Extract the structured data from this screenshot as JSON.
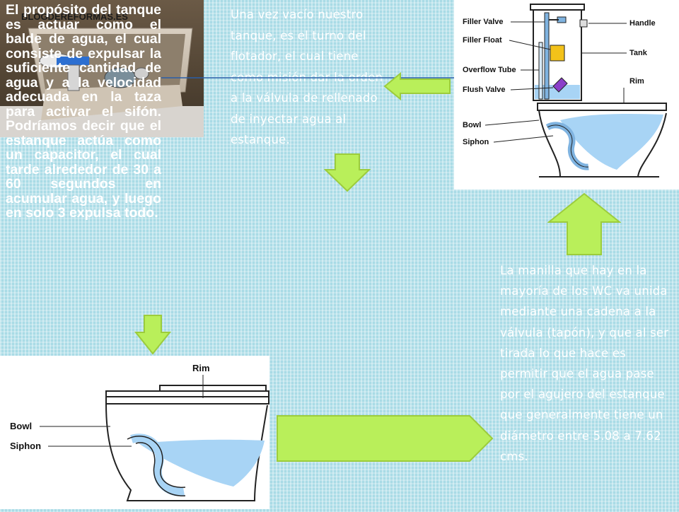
{
  "text_left": "El propósito del tanque es actuar como el balde de agua, el cual consiste de expulsar la suficiente cantidad de agua y a la velocidad adecuada en la taza para activar el sifón. Podríamos decir que el estanque actúa como un capacitor, el cual tarde alrededor de 30 a 60 segundos en acumular agua, y luego en solo 3 expulsa todo.",
  "text_middle": "Una vez vacío nuestro tanque, es el turno del flotador, el cual tiene como misión dar la orden a la válvula de rellenado de inyectar agua al estanque.",
  "text_right": "La manilla que hay en la mayoría de los WC va unida mediante una cadena a la válvula (tapón), y que al ser tirada lo que hace es permitir que el agua pase por el agujero del estanque que generalmente tiene un diámetro entre 5.08 a 7.62 cms.",
  "diagram_top": {
    "labels": {
      "filler_valve": "Filler Valve",
      "filler_float": "Filler Float",
      "overflow_tube": "Overflow Tube",
      "flush_valve": "Flush Valve",
      "bowl": "Bowl",
      "siphon": "Siphon",
      "handle": "Handle",
      "tank": "Tank",
      "rim": "Rim"
    }
  },
  "diagram_bottom": {
    "labels": {
      "rim": "Rim",
      "bowl": "Bowl",
      "siphon": "Siphon"
    }
  },
  "photo": {
    "watermark": "BLOGDEREFORMAS.ES"
  },
  "colors": {
    "background": "#a9dbe6",
    "arrow_fill": "#b9ef5a",
    "water": "#a8d4f5"
  }
}
